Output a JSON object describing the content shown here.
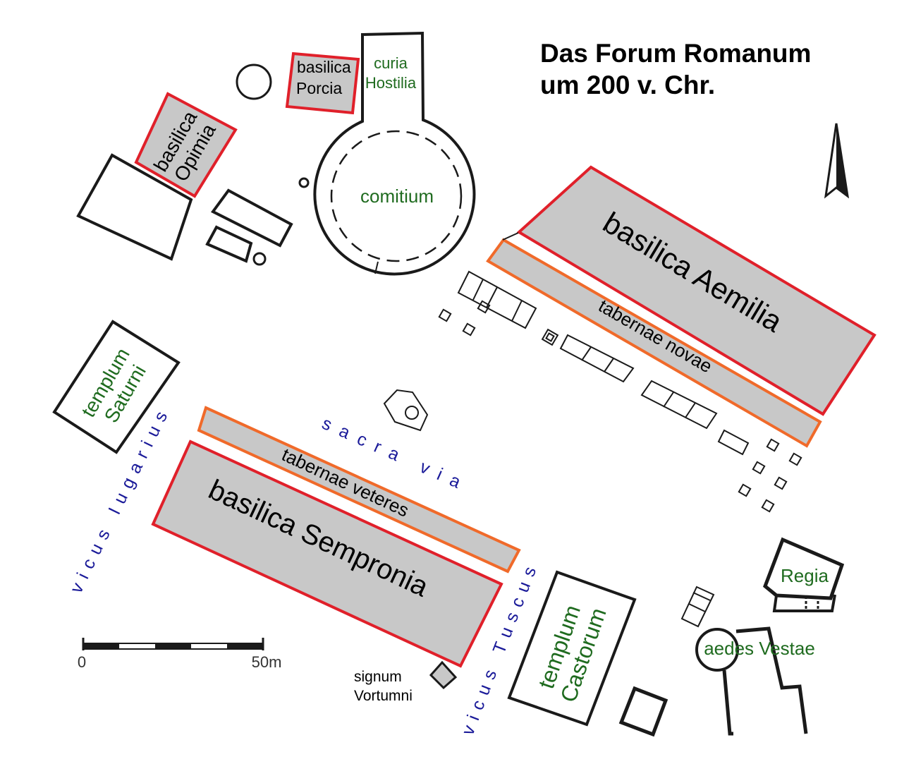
{
  "map": {
    "title_line1": "Das Forum Romanum",
    "title_line2": "um 200 v. Chr.",
    "buildings": {
      "basilica_porcia": [
        "basilica",
        "Porcia"
      ],
      "curia_hostilia": [
        "curia",
        "Hostilia"
      ],
      "basilica_opimia": [
        "basilica",
        "Opimia"
      ],
      "comitium": "comitium",
      "basilica_aemilia": "basilica Aemilia",
      "tabernae_novae": "tabernae novae",
      "templum_saturni": [
        "templum",
        "Saturni"
      ],
      "tabernae_veteres": "tabernae veteres",
      "basilica_sempronia": "basilica Sempronia",
      "templum_castorum": [
        "templum",
        "Castorum"
      ],
      "regia": "Regia",
      "aedes_vestae": "aedes Vestae",
      "signum_vortumni": [
        "signum",
        "Vortumni"
      ]
    },
    "streets": {
      "sacra_via": "sacra via",
      "vicus_iugarius": "vicus Iugarius",
      "vicus_tuscus": "vicus Tuscus"
    },
    "scale": {
      "start": "0",
      "end": "50m"
    },
    "colors": {
      "basilica_outline": "#e0202a",
      "tabernae_outline": "#f06a2a",
      "fill_gray": "#c8c8c8",
      "label_green": "#1f6b1f",
      "street_blue": "#1a1a99",
      "structure_black": "#1a1a1a"
    },
    "icons": {
      "north_arrow": "north-arrow-icon"
    }
  }
}
